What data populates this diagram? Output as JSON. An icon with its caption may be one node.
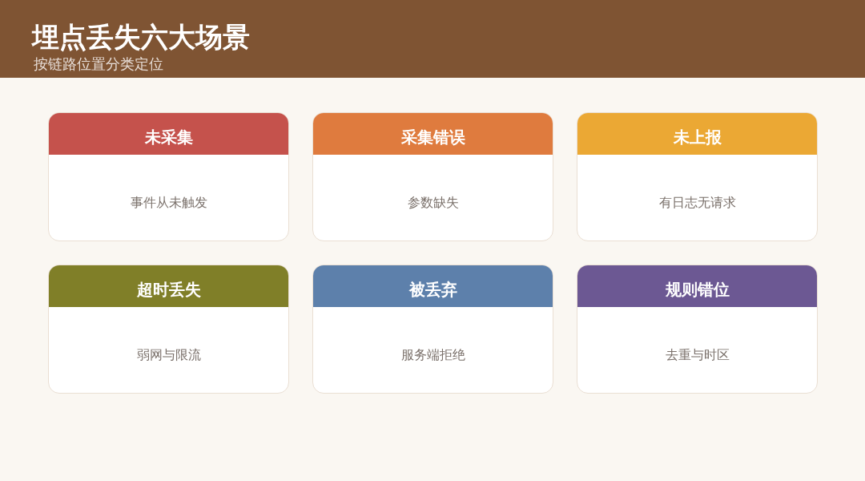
{
  "diagram": {
    "title": "埋点丢失六大场景",
    "nodes": [
      {
        "text": [
          "未采集",
          "事件从未触发"
        ]
      },
      {
        "text": [
          "采集错误",
          "参数缺失"
        ]
      },
      {
        "text": [
          "未上报",
          "有日志无请求"
        ]
      },
      {
        "text": [
          "超时丢失",
          "弱网与限流"
        ]
      },
      {
        "text": [
          "被丢弃",
          "服务端拒绝"
        ]
      },
      {
        "text": [
          "规则错位",
          "去重与时区"
        ]
      }
    ],
    "labels": [
      "按链路位置分类定位"
    ]
  }
}
